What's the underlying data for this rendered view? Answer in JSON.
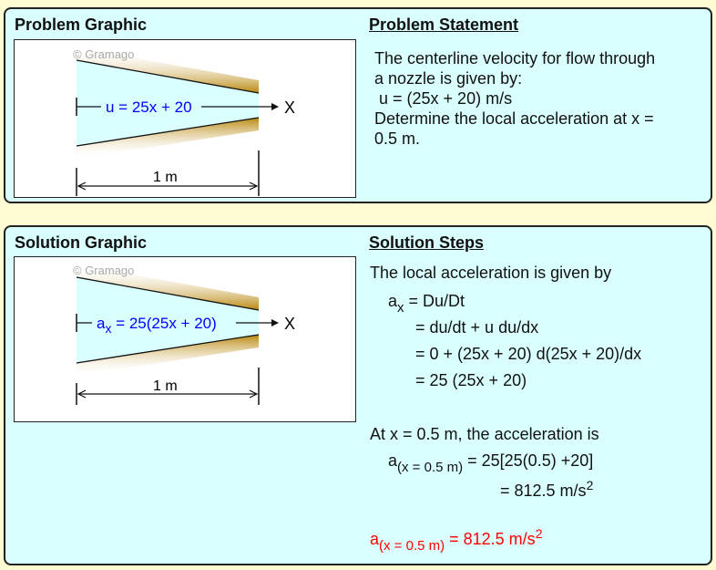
{
  "problem": {
    "graphic_title": "Problem Graphic",
    "statement_title": "Problem Statement",
    "lines": [
      "The centerline velocity for flow through",
      "a nozzle is given by:",
      " u = (25x + 20) m/s",
      "Determine the local acceleration at x =",
      "0.5 m."
    ],
    "watermark": "© Gramago",
    "velocity_label": "u = 25x + 20",
    "axis_label": "X",
    "length_label": "1 m"
  },
  "solution": {
    "graphic_title": "Solution Graphic",
    "steps_title": "Solution Steps",
    "watermark": "© Gramago",
    "accel_a": "a",
    "accel_sub": "x",
    "accel_rest": " = 25(25x + 20)",
    "axis_label": "X",
    "length_label": "1 m",
    "intro": "The local acceleration is given by",
    "ax_a": "a",
    "ax_sub": "x",
    "ax_rest": " = Du/Dt",
    "step1": "= du/dt + u du/dx",
    "step2": "= 0 + (25x + 20) d(25x + 20)/dx",
    "step3": "= 25 (25x + 20)",
    "at_line": "At x = 0.5 m, the acceleration is",
    "eval_a": "a",
    "eval_sub": "(x = 0.5 m)",
    "eval_rest": " = 25[25(0.5) +20]",
    "eval2": "= 812.5 m/s",
    "eval2_sup": "2",
    "final_a": "a",
    "final_sub": "(x = 0.5 m)",
    "final_rest": " = 812.5 m/s",
    "final_sup": "2"
  },
  "colors": {
    "panel": "#d9ffff",
    "page": "#fffbd2",
    "blue": "#0000ff",
    "answer": "#ff0000",
    "wall": "#c8900a"
  }
}
